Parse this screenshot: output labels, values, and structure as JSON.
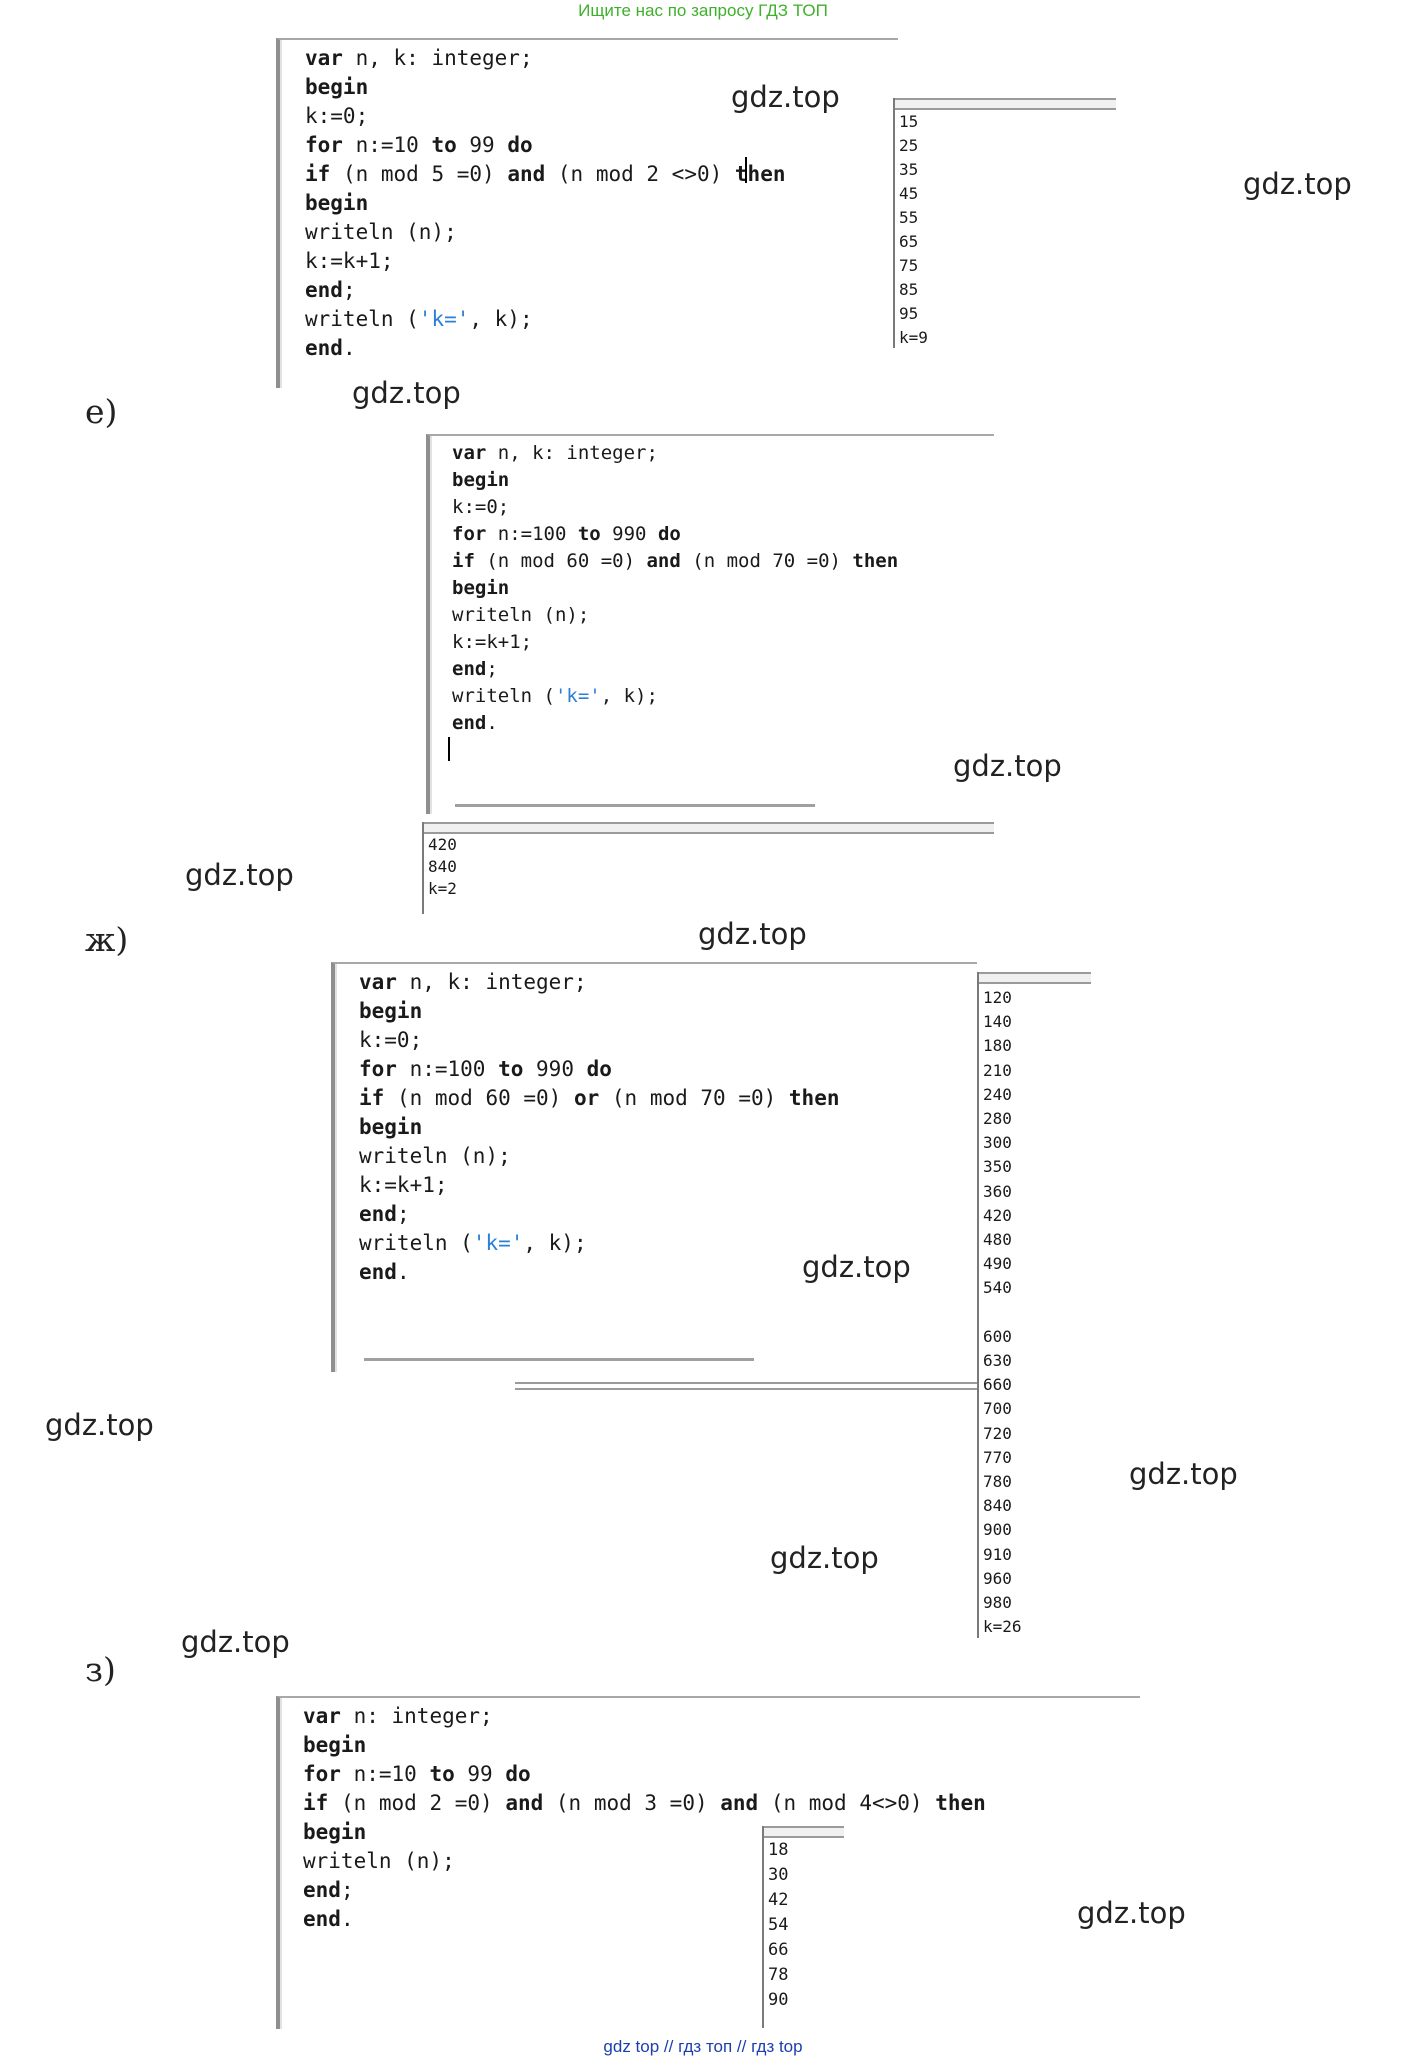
{
  "header": "Ищите нас по запросу ГДЗ ТОП",
  "footer": "gdz top  //  гдз топ  //  гдз top",
  "watermark": "gdz.top",
  "letters": {
    "e": "е)",
    "zh": "ж)",
    "z": "з)"
  },
  "block1": {
    "code": [
      "var n, k: integer;",
      "begin",
      "k:=0;",
      "for n:=10 to 99 do",
      "if (n mod 5 =0) and (n mod 2 <>0) then",
      "begin",
      "writeln (n);",
      "k:=k+1;",
      "end;",
      "writeln ('k=', k);",
      "end."
    ],
    "output": [
      "15",
      "25",
      "35",
      "45",
      "55",
      "65",
      "75",
      "85",
      "95",
      "k=9"
    ]
  },
  "block2": {
    "code": [
      "var n, k: integer;",
      "begin",
      "k:=0;",
      "for n:=100 to 990 do",
      "if (n mod 60 =0) and (n mod 70 =0) then",
      "begin",
      "writeln (n);",
      "k:=k+1;",
      "end;",
      "writeln ('k=', k);",
      "end."
    ],
    "output": [
      "420",
      "840",
      "k=2"
    ]
  },
  "block3": {
    "code": [
      "var n, k: integer;",
      "begin",
      "k:=0;",
      "for n:=100 to 990 do",
      "if (n mod 60 =0) or (n mod 70 =0) then",
      "begin",
      "writeln (n);",
      "k:=k+1;",
      "end;",
      "writeln ('k=', k);",
      "end."
    ],
    "output": [
      "120",
      "140",
      "180",
      "210",
      "240",
      "280",
      "300",
      "350",
      "360",
      "420",
      "480",
      "490",
      "540",
      "",
      "600",
      "630",
      "660",
      "700",
      "720",
      "770",
      "780",
      "840",
      "900",
      "910",
      "960",
      "980",
      "k=26"
    ]
  },
  "block4": {
    "code": [
      "var n: integer;",
      "begin",
      "for n:=10 to 99 do",
      "if (n mod 2 =0) and (n mod 3 =0) and (n mod 4<>0) then",
      "begin",
      "writeln (n);",
      "end;",
      "end."
    ],
    "output": [
      "18",
      "30",
      "42",
      "54",
      "66",
      "78",
      "90"
    ]
  }
}
